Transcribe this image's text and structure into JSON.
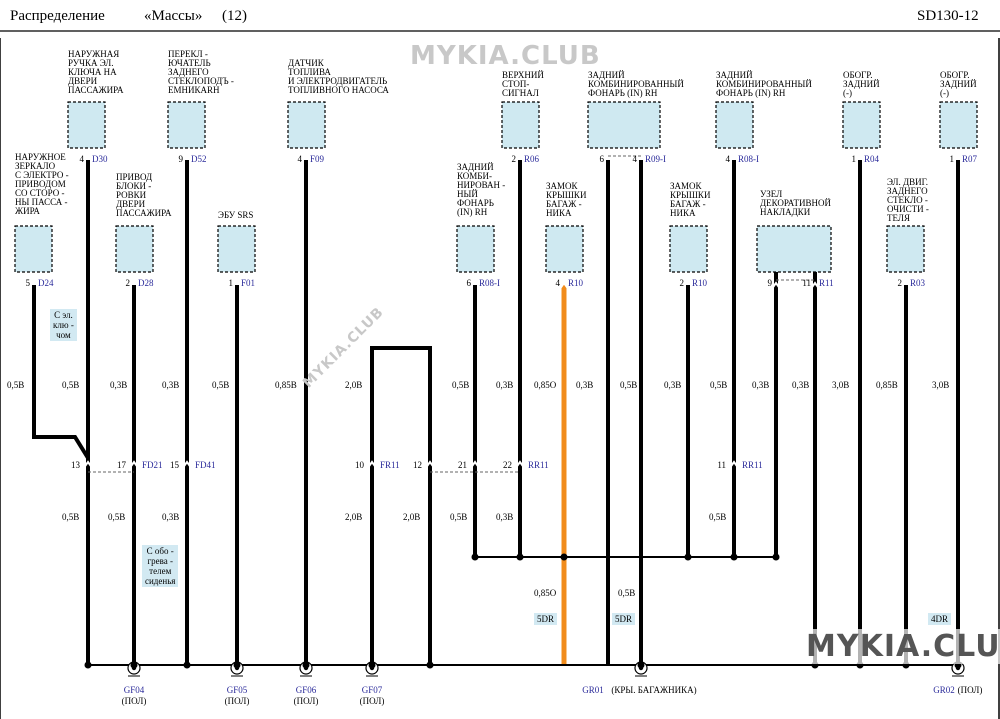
{
  "header": {
    "left": "Распределение",
    "middle": "«Массы»",
    "page_no": "(12)",
    "code": "SD130-12"
  },
  "watermarks": {
    "top": "MYKIA.CLUB",
    "mid": "MYKIA.CLUB",
    "bottom": "MYKIA.CLUB"
  },
  "components": [
    {
      "id": "d30",
      "label": "НАРУЖНАЯ\nРУЧКА ЭЛ.\nКЛЮЧА НА\nДВЕРИ\nПАССАЖИРА",
      "pin": "4",
      "conn": "D30"
    },
    {
      "id": "d52",
      "label": "ПЕРЕКЛ -\nЮЧАТЕЛЬ\nЗАДНЕГО\nСТЕКЛОПОДЪ -\nЕМНИКАRH",
      "pin": "9",
      "conn": "D52"
    },
    {
      "id": "f09",
      "label": "ДАТЧИК\nТОПЛИВА\nИ ЭЛЕКТРОДВИГАТЕЛЬ\nТОПЛИВНОГО  НАСОСА",
      "pin": "4",
      "conn": "F09"
    },
    {
      "id": "r06",
      "label": "ВЕРХНИЙ\nСТОП-\nСИГНАЛ",
      "pin": "2",
      "conn": "R06"
    },
    {
      "id": "r09",
      "label": "ЗАДНИЙ\nКОМБИНИРОВАННЫЙ\nФОНАРЬ (IN) RH",
      "pin": "4",
      "pin2": "6",
      "conn": "R09-I"
    },
    {
      "id": "r08top",
      "label": "ЗАДНИЙ\nКОМБИНИРОВАННЫЙ\nФОНАРЬ (IN) RH",
      "pin": "4",
      "conn": "R08-I"
    },
    {
      "id": "r04",
      "label": "ОБОГР.\nЗАДНИЙ\n(-)",
      "pin": "1",
      "conn": "R04"
    },
    {
      "id": "r07",
      "label": "ОБОГР.\nЗАДНИЙ\n(-)",
      "pin": "1",
      "conn": "R07"
    },
    {
      "id": "d24",
      "label": "НАРУЖНОЕ\nЗЕРКАЛО\nС ЭЛЕКТРО -\nПРИВОДОМ\nСО СТОРО -\nНЫ ПАССА -\nЖИРА",
      "pin": "5",
      "conn": "D24"
    },
    {
      "id": "d28",
      "label": "ПРИВОД\nБЛОКИ -\nРОВКИ\nДВЕРИ\nПАССАЖИРА",
      "pin": "2",
      "conn": "D28"
    },
    {
      "id": "f01",
      "label": "ЭБУ SRS",
      "pin": "1",
      "conn": "F01"
    },
    {
      "id": "r08",
      "label": "ЗАДНИЙ\nКОМБИ-\nНИРОВАН -\nНЫЙ\nФОНАРЬ\n(IN) RH",
      "pin": "6",
      "conn": "R08-I"
    },
    {
      "id": "r10a",
      "label": "ЗАМОК\nКРЫШКИ\nБАГАЖ -\nНИКА",
      "pin": "4",
      "conn": "R10"
    },
    {
      "id": "r10b",
      "label": "ЗАМОК\nКРЫШКИ\nБАГАЖ -\nНИКА",
      "pin": "2",
      "conn": "R10"
    },
    {
      "id": "r11",
      "label": "УЗЕЛ\nДЕКОРАТИВНОЙ\nНАКЛАДКИ",
      "pin": "11",
      "pin2": "9",
      "conn": "R11"
    },
    {
      "id": "r03",
      "label": "ЭЛ. ДВИГ.\nЗАДНЕГО\nСТЕКЛО -\nОЧИСТИ -\nТЕЛЯ",
      "pin": "2",
      "conn": "R03"
    }
  ],
  "wire_sizes_upper": [
    "0,5B",
    "0,5B",
    "0,3B",
    "0,3B",
    "0,5B",
    "0,85B",
    "2,0B",
    "0,5B",
    "0,3B",
    "0,85O",
    "0,3B",
    "0,5B",
    "0,3B",
    "0,5B",
    "0,3B",
    "0,3B",
    "3,0B",
    "0,85B",
    "3,0B"
  ],
  "wire_sizes_lower": [
    "0,5B",
    "0,5B",
    "0,3B",
    "2,0B",
    "2,0B",
    "0,5B",
    "0,3B",
    "0,5B"
  ],
  "wire_sizes_extra": [
    "0,85O",
    "0,5B"
  ],
  "splices": [
    {
      "id": "fd21",
      "pins": [
        "13",
        "17"
      ],
      "conn": "FD21"
    },
    {
      "id": "fd41",
      "pins": [
        "15"
      ],
      "conn": "FD41"
    },
    {
      "id": "fr11",
      "pins": [
        "10"
      ],
      "conn": "FR11"
    },
    {
      "id": "rr11a",
      "pins": [
        "12",
        "21",
        "22"
      ],
      "conn": "RR11"
    },
    {
      "id": "rr11b",
      "pins": [
        "11"
      ],
      "conn": "RR11"
    }
  ],
  "notes": {
    "key": "С эл.\nклю -\nчом",
    "heater": "С обо -\nгрева -\nтелем\nсиденья",
    "dr5a": "5DR",
    "dr5b": "5DR",
    "dr4": "4DR"
  },
  "grounds": [
    {
      "id": "gf04",
      "name": "GF04",
      "loc": "(ПОЛ)"
    },
    {
      "id": "gf05",
      "name": "GF05",
      "loc": "(ПОЛ)"
    },
    {
      "id": "gf06",
      "name": "GF06",
      "loc": "(ПОЛ)"
    },
    {
      "id": "gf07",
      "name": "GF07",
      "loc": "(ПОЛ)"
    },
    {
      "id": "gr01",
      "name": "GR01",
      "loc": "(КРЫ. БАГАЖНИКА)"
    },
    {
      "id": "gr02",
      "name": "GR02",
      "loc": "(ПОЛ)"
    }
  ],
  "colors": {
    "wire": "#000000",
    "orange": "#f18c1c",
    "box_fill": "#cfe9f1",
    "note_fill": "#d2e9f2",
    "conn_text": "#2a2a9a",
    "watermark": "#c8c8c8"
  }
}
